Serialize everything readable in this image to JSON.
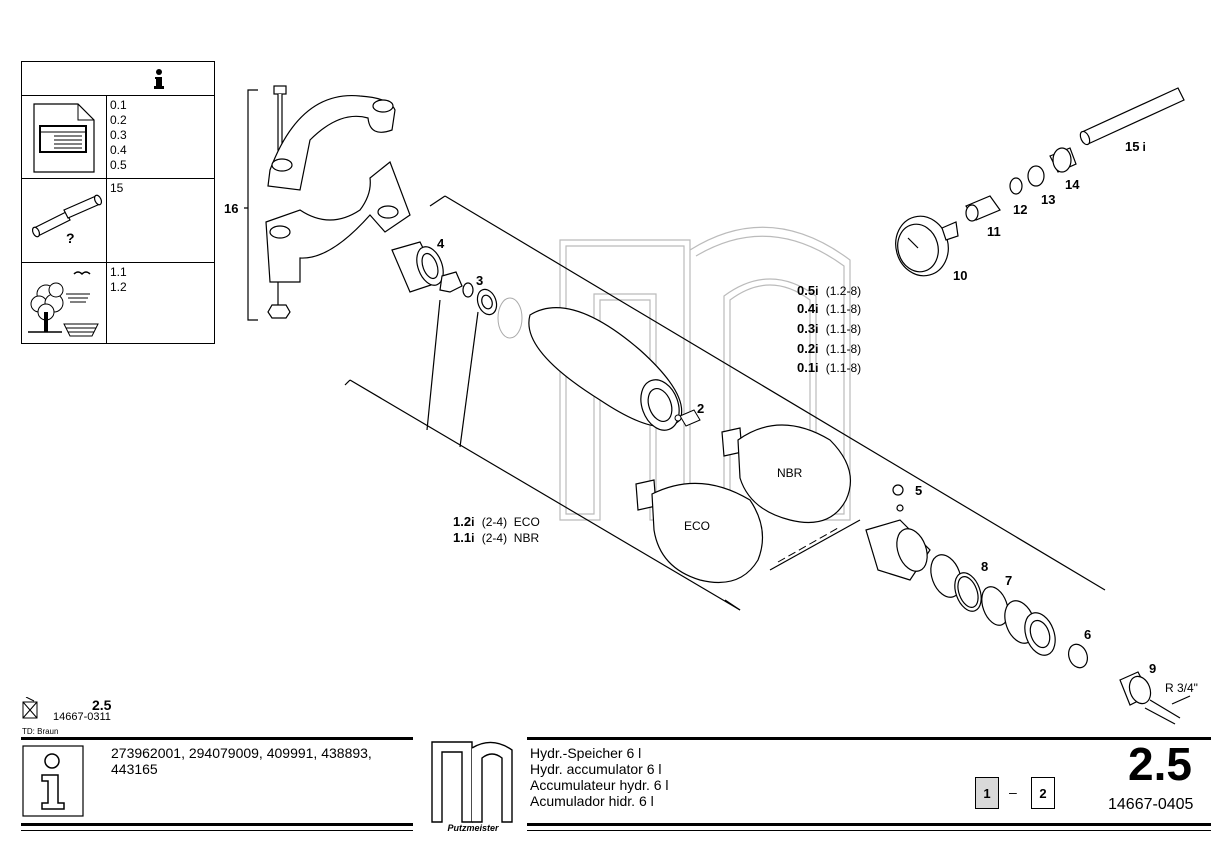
{
  "info_table": {
    "header_icon": "info-i-icon",
    "rows": [
      {
        "icon": "document-icon",
        "refs": [
          "0.1",
          "0.2",
          "0.3",
          "0.4",
          "0.5"
        ]
      },
      {
        "icon": "pipe-question-icon",
        "refs": [
          "15"
        ]
      },
      {
        "icon": "environment-tree-icon",
        "refs": [
          "1.1",
          "1.2"
        ]
      }
    ]
  },
  "callouts": {
    "c16": "16",
    "c4": "4",
    "c3": "3",
    "c2": "2",
    "c5": "5",
    "c8": "8",
    "c7": "7",
    "c6": "6",
    "c9": "9",
    "c10": "10",
    "c11": "11",
    "c12": "12",
    "c13": "13",
    "c14": "14",
    "c15": "15"
  },
  "bladder_labels": {
    "nbr": "NBR",
    "eco": "ECO"
  },
  "thread_label": "R 3/4\"",
  "variants_right": [
    {
      "num": "0.5",
      "range": "(1.2-8)"
    },
    {
      "num": "0.4",
      "range": "(1.1-8)"
    },
    {
      "num": "0.3",
      "range": "(1.1-8)"
    },
    {
      "num": "0.2",
      "range": "(1.1-8)"
    },
    {
      "num": "0.1",
      "range": "(1.1-8)"
    }
  ],
  "variants_left": [
    {
      "num": "1.2",
      "range": "(2-4)",
      "type": "ECO"
    },
    {
      "num": "1.1",
      "range": "(2-4)",
      "type": "NBR"
    }
  ],
  "stamp": {
    "section": "2.5",
    "doc": "14667-0311",
    "td": "TD: Braun"
  },
  "footer": {
    "part_numbers_line1": "273962001, 294079009, 409991, 438893,",
    "part_numbers_line2": "443165",
    "brand": "Putzmeister",
    "descriptions": [
      "Hydr.-Speicher 6 l",
      "Hydr. accumulator 6 l",
      "Accumulateur hydr. 6 l",
      "Acumulador hidr. 6 l"
    ],
    "page_current": "1",
    "page_dash": "–",
    "page_total": "2",
    "section": "2.5",
    "doc_number": "14667-0405"
  },
  "colors": {
    "ink": "#000000",
    "watermark": "#bbbbbb",
    "page_highlight": "#d9d9d9"
  }
}
